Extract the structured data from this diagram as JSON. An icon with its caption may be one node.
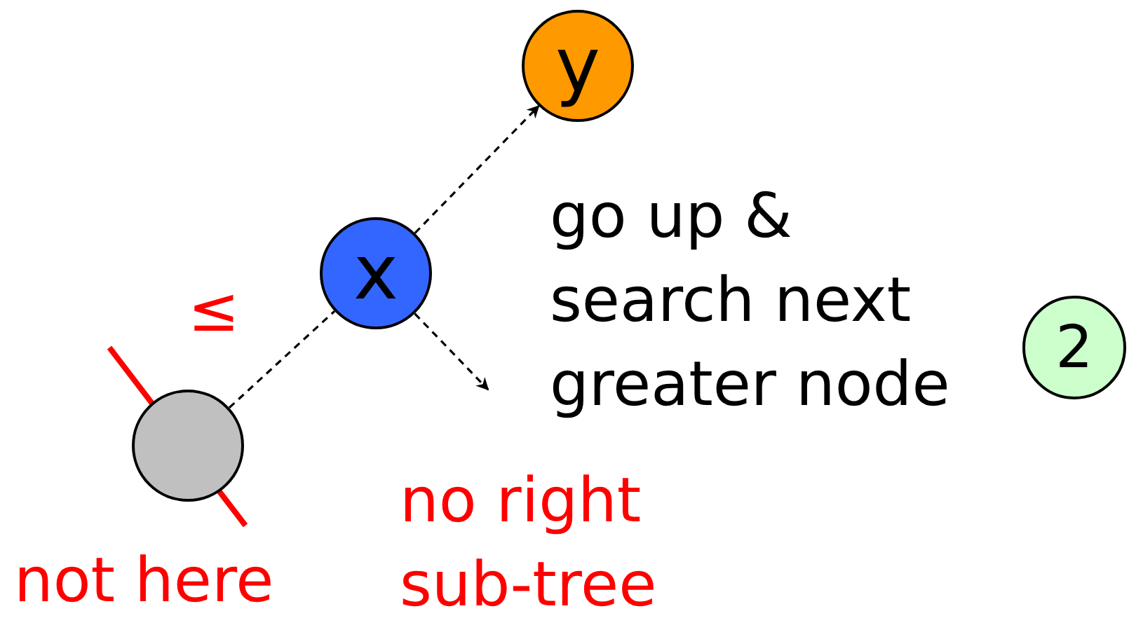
{
  "diagram": {
    "nodes": [
      {
        "text": [
          "y"
        ]
      },
      {
        "text": [
          "x"
        ]
      },
      {
        "text": [
          "2"
        ]
      },
      {
        "text": [],
        "shape": "circle",
        "beside": [
          "not here"
        ]
      }
    ],
    "edges": [
      {
        "from": 1,
        "to": 0,
        "arrow": "to",
        "style": "dashed"
      },
      {
        "from": 1,
        "to": null,
        "arrow": "to",
        "style": "dashed"
      },
      {
        "from": 3,
        "to": 1,
        "arrow": "none",
        "style": "dashed"
      }
    ],
    "labels": [
      "≤",
      "go up & search next greater node",
      "no right sub-tree"
    ]
  }
}
